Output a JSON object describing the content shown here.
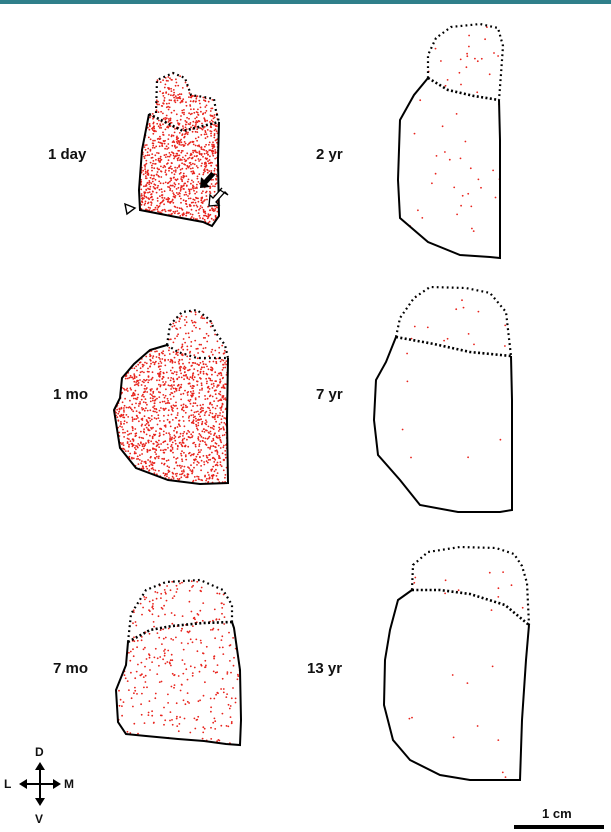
{
  "panels": [
    {
      "id": "1-day",
      "label": "1 day",
      "density": "very-high"
    },
    {
      "id": "1-mo",
      "label": "1 mo",
      "density": "very-high"
    },
    {
      "id": "7-mo",
      "label": "7 mo",
      "density": "medium"
    },
    {
      "id": "2-yr",
      "label": "2 yr",
      "density": "sparse"
    },
    {
      "id": "7-yr",
      "label": "7 yr",
      "density": "very-sparse"
    },
    {
      "id": "13-yr",
      "label": "13 yr",
      "density": "very-sparse"
    }
  ],
  "orientation": {
    "dorsal": "D",
    "ventral": "V",
    "lateral": "L",
    "medial": "M"
  },
  "scale_bar": {
    "label": "1 cm"
  },
  "colors": {
    "dots": "#e8231c",
    "outline": "#000000",
    "accent_rule": "#2f7f8a"
  },
  "markers": [
    "filled-arrow-icon",
    "open-arrow-icon",
    "open-triangle-icon"
  ]
}
